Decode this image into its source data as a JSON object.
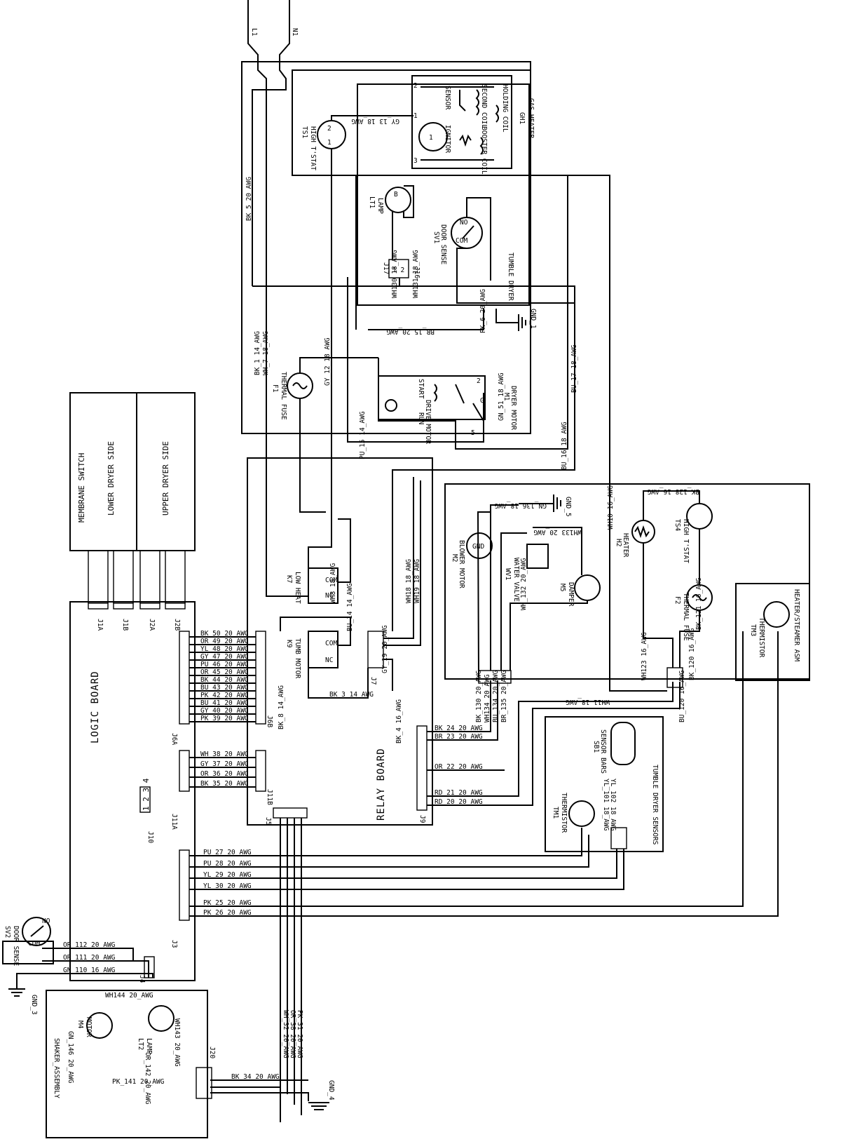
{
  "logic_board": {
    "title": "LOGIC BOARD",
    "connectors": [
      "J1A",
      "J1B",
      "J2A",
      "J2B",
      "J6A",
      "J10",
      "J3",
      "J4",
      "J11A"
    ],
    "j10_pins": "1 2 3 4"
  },
  "relay_board": {
    "title": "RELAY BOARD",
    "connectors": [
      "J6B",
      "J11B",
      "J9",
      "J7",
      "J5"
    ]
  },
  "membrane_switch": {
    "title": "MEMBRANE SWITCH",
    "lower": "LOWER DRYER SIDE",
    "upper": "UPPER DRYER SIDE"
  },
  "gas_heater": {
    "label": "GAS HEATER",
    "ref": "GH1",
    "sensor": "SENSOR",
    "second_coil": "SECOND COIL",
    "holding_coil": "HOLDING COIL",
    "ignitor": "IGNITOR",
    "booster_coil": "BOOSTER COIL"
  },
  "high_tstat_ts1": {
    "ref": "TS1",
    "label": "HIGH T'STAT"
  },
  "lamp_lt1": {
    "ref": "LT1",
    "label": "LAMP"
  },
  "door_sense_sv1": {
    "ref": "SV1",
    "label": "DOOR SENSE",
    "no": "NO",
    "com": "COM"
  },
  "tumble_dryer": "TUMBLE DRYER",
  "thermal_fuse_f1": {
    "ref": "F1",
    "label": "THERMAL FUSE"
  },
  "dryer_motor": {
    "ref": "M1",
    "label": "DRYER MOTOR",
    "start": "START",
    "drive_motor": "DRIVE MOTOR",
    "run": "RUN"
  },
  "relays": {
    "k7": {
      "ref": "K7",
      "label": "LOW HEAT",
      "com": "COM",
      "nc": "NC"
    },
    "k9": {
      "ref": "K9",
      "label": "TUMB MOTOR",
      "com": "COM",
      "nc": "NC"
    }
  },
  "steamer": {
    "blower": {
      "ref": "M2",
      "label": "BLOWER MOTOR",
      "gnd": "GND"
    },
    "water_valve": {
      "ref": "WV1",
      "label": "WATER VALVE"
    },
    "damper": {
      "ref": "M5",
      "label": "DAMPER"
    },
    "heater": {
      "ref": "H2",
      "label": "HEATER"
    },
    "high_tstat": {
      "ref": "TS4",
      "label": "HIGH T'STAT"
    },
    "thermal_fuse": {
      "ref": "F2",
      "label": "THERMAL FUSE"
    },
    "thermistor": {
      "ref": "TM3",
      "label": "THERMISTOR"
    },
    "assembly": "HEATER/STEAMER ASM"
  },
  "tumble_sensors": {
    "title": "TUMBLE DRYER SENSORS",
    "thermistor": {
      "ref": "TM1",
      "label": "THERMISTOR"
    },
    "sensor_bars": {
      "ref": "SB1",
      "label": "SENSOR BARS"
    }
  },
  "door_sense_sv2": {
    "ref": "SV2",
    "label": "DOOR SENSE",
    "no": "NO",
    "com": "COM"
  },
  "shaker": {
    "title": "SHAKER_ASSEMBLY",
    "motor": {
      "ref": "M4",
      "label": "MOTOR"
    },
    "lamp": {
      "ref": "LT2",
      "label": "LAMP"
    },
    "connector": "J20"
  },
  "grounds": [
    "GND_1",
    "GND_3",
    "GND_4",
    "GND_5"
  ],
  "lines": [
    "L1",
    "N1"
  ],
  "wires_vertical": [
    "GY_13 18_AWG",
    "BK_5 20_AWG",
    "BK_1 14_AWG",
    "WH_7 18_AWG",
    "GY_12 18_AWG",
    "WH130 18_AWG",
    "WH131 18_AWG",
    "PK_6 20_AWG",
    "BU_17 18_AWG",
    "BU_16 18_AWG",
    "WH10 16_AWG",
    "WH8 18_AWG",
    "BR_15 20_AWG",
    "GN_51 18_AWG",
    "PU_15 14_AWG",
    "BU_14 14_AWG",
    "GY_19 20_AWG",
    "WH18 18_AWG",
    "WH19 18_AWG",
    "BK_8 14_AWG",
    "BK_4 16_AWG",
    "BK_3 14_AWG",
    "GN_136 18_AWG",
    "WH_132 20_AWG",
    "WH133 20_AWG",
    "BK_128 16_AWG",
    "WH123 16_AWG",
    "BK_121 16_AWG",
    "BK_120 16_AWG",
    "BU_120 16_AWG",
    "WH11 18_AWG",
    "BK_130 20_AWG",
    "WH134 20_AWG",
    "BU_134 20_AWG",
    "BR_135 20_AWG",
    "YL_101 18_AWG",
    "YL_102 18_AWG",
    "WH_32 20_AWG",
    "OR_38 20_AWG",
    "PK_31 20_AWG",
    "GN_146 20_AWG",
    "WH143 20_AWG",
    "OR_142 20_AWG",
    "WH144 20_AWG"
  ],
  "bus_j6": [
    "BK_50 20_AWG",
    "OR_49 20_AWG",
    "YL_48 20_AWG",
    "GY_47 20_AWG",
    "PU_46 20_AWG",
    "OR_45 20_AWG",
    "BK_44 20_AWG",
    "BU_43 20_AWG",
    "PK_42 20_AWG",
    "BU_41 20_AWG",
    "GY_40 20_AWG",
    "PK_39 20_AWG"
  ],
  "bus_j11": [
    "WH_38 20_AWG",
    "GY_37 20_AWG",
    "OR_36 20_AWG",
    "BK_35 20_AWG"
  ],
  "bus_j9": [
    "BK_24 20_AWG",
    "BR_23 20_AWG",
    "OR_22 20_AWG",
    "RD_21 20_AWG",
    "RD_20 20_AWG"
  ],
  "bus_j3": [
    "PU_27 20_AWG",
    "PU_28 20_AWG",
    "YL_29 20_AWG",
    "YL_30 20_AWG",
    "PK_25 20_AWG",
    "PK_26 20_AWG"
  ],
  "bus_j4": [
    "OR_112 20_AWG",
    "OR_111 20_AWG",
    "GN_110 16_AWG"
  ],
  "bus_shaker": [
    "PK_141 20_AWG",
    "BK_34 20_AWG"
  ]
}
